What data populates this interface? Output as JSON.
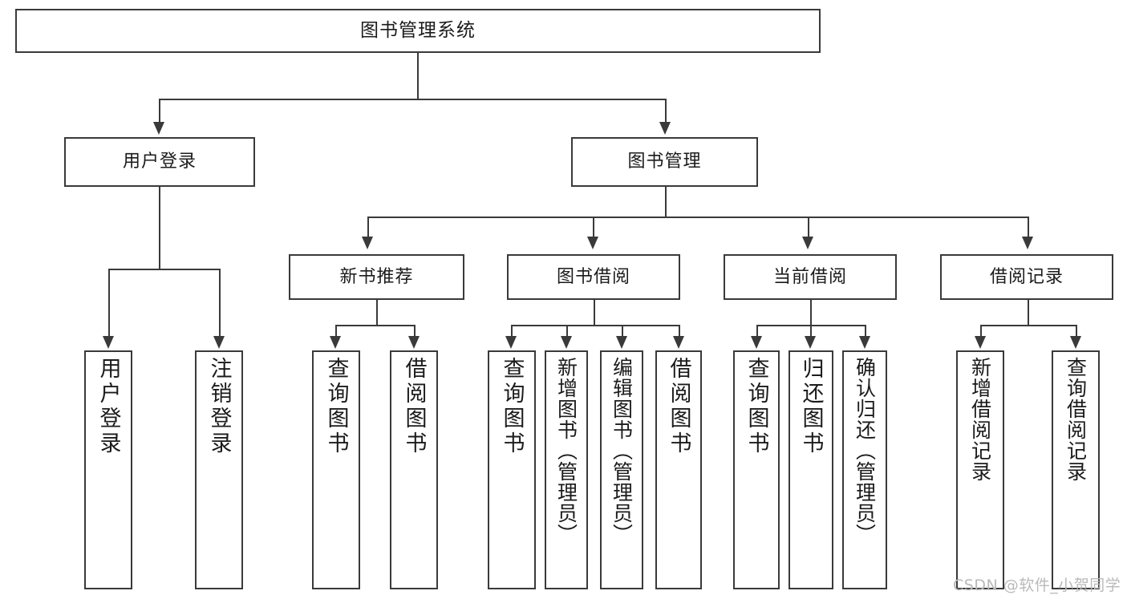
{
  "diagram": {
    "type": "tree",
    "title": "图书管理系统",
    "root": {
      "label": "图书管理系统"
    },
    "level2": [
      {
        "label": "用户登录"
      },
      {
        "label": "图书管理"
      }
    ],
    "level3": [
      {
        "label": "新书推荐"
      },
      {
        "label": "图书借阅"
      },
      {
        "label": "当前借阅"
      },
      {
        "label": "借阅记录"
      }
    ],
    "leaves": {
      "user_login": [
        {
          "label": "用户登录"
        },
        {
          "label": "注销登录"
        }
      ],
      "new_book_recommend": [
        {
          "label": "查询图书"
        },
        {
          "label": "借阅图书"
        }
      ],
      "book_borrow": [
        {
          "label": "查询图书"
        },
        {
          "label": "新增图书（管理员）"
        },
        {
          "label": "编辑图书（管理员）"
        },
        {
          "label": "借阅图书"
        }
      ],
      "current_borrow": [
        {
          "label": "查询图书"
        },
        {
          "label": "归还图书"
        },
        {
          "label": "确认归还（管理员）"
        }
      ],
      "borrow_record": [
        {
          "label": "新增借阅记录"
        },
        {
          "label": "查询借阅记录"
        }
      ]
    }
  },
  "watermark": {
    "text": "CSDN @软件_小贺同学"
  },
  "colors": {
    "stroke": "#3a3a3a",
    "text": "#1b1b1b",
    "background": "#ffffff",
    "watermark": "#b9b9b9"
  }
}
